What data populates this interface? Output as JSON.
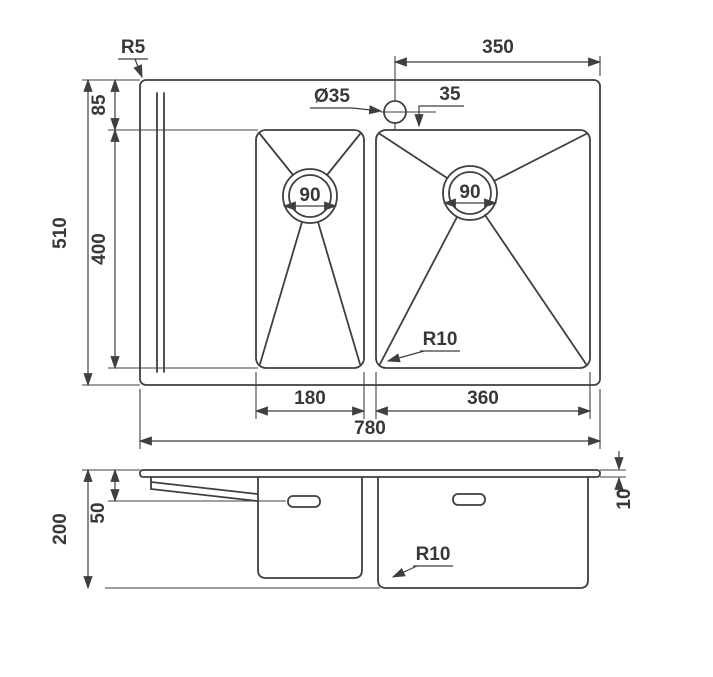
{
  "drawing": {
    "title": "Double-bowl kitchen sink dimensional drawing",
    "colors": {
      "line": "#3f3f3f",
      "text": "#383838",
      "background": "#ffffff"
    },
    "top_view": {
      "corner_radius": "R5",
      "dim_350": "350",
      "dim_85": "85",
      "hole_dia": "Ø35",
      "dim_35": "35",
      "dim_510": "510",
      "dim_400": "400",
      "drain_left": "90",
      "drain_right": "90",
      "bowl_radius": "R10",
      "dim_180": "180",
      "dim_360": "360",
      "dim_780": "780"
    },
    "side_view": {
      "dim_200": "200",
      "dim_50": "50",
      "dim_10": "10",
      "bowl_radius": "R10"
    }
  }
}
